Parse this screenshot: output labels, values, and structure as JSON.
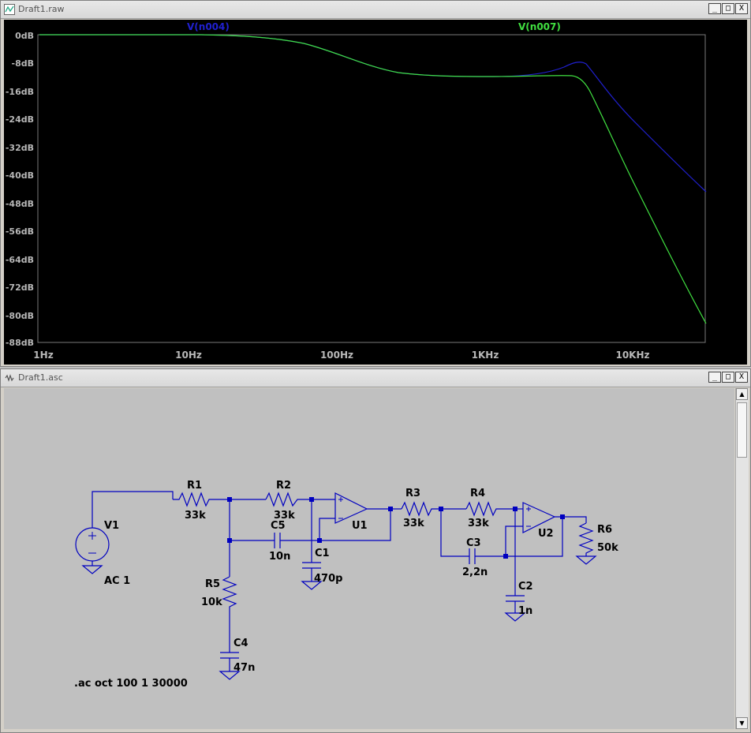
{
  "waveform_window": {
    "title": "Draft1.raw",
    "traces": [
      {
        "name": "V(n004)",
        "color": "#2020d0"
      },
      {
        "name": "V(n007)",
        "color": "#40e040"
      }
    ],
    "y_ticks": [
      "0dB",
      "-8dB",
      "-16dB",
      "-24dB",
      "-32dB",
      "-40dB",
      "-48dB",
      "-56dB",
      "-64dB",
      "-72dB",
      "-80dB",
      "-88dB"
    ],
    "x_ticks": [
      "1Hz",
      "10Hz",
      "100Hz",
      "1KHz",
      "10KHz"
    ]
  },
  "schematic_window": {
    "title": "Draft1.asc",
    "components": {
      "V1": {
        "name": "V1",
        "value": "AC 1"
      },
      "R1": {
        "name": "R1",
        "value": "33k"
      },
      "R2": {
        "name": "R2",
        "value": "33k"
      },
      "R3": {
        "name": "R3",
        "value": "33k"
      },
      "R4": {
        "name": "R4",
        "value": "33k"
      },
      "R5": {
        "name": "R5",
        "value": "10k"
      },
      "R6": {
        "name": "R6",
        "value": "50k"
      },
      "C1": {
        "name": "C1",
        "value": "470p"
      },
      "C2": {
        "name": "C2",
        "value": "1n"
      },
      "C3": {
        "name": "C3",
        "value": "2,2n"
      },
      "C4": {
        "name": "C4",
        "value": "47n"
      },
      "C5": {
        "name": "C5",
        "value": "10n"
      },
      "U1": {
        "name": "U1"
      },
      "U2": {
        "name": "U2"
      }
    },
    "directive": ".ac oct 100 1 30000"
  },
  "window_buttons": {
    "minimize": "_",
    "maximize": "□",
    "close": "X"
  },
  "colors": {
    "wire": "#0000c0",
    "plot_bg": "#000000",
    "schematic_bg": "#c0c0c0",
    "label": "#000000"
  }
}
